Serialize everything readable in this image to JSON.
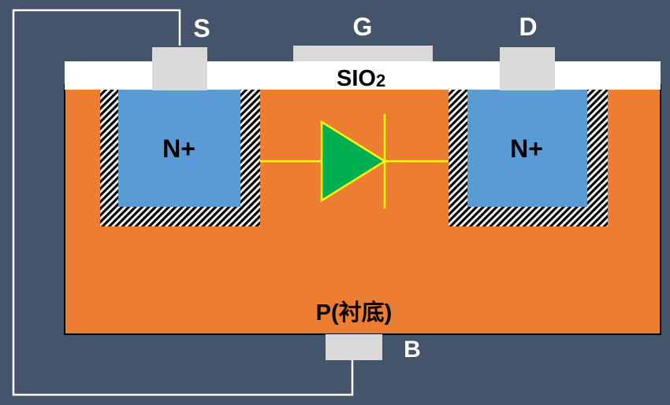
{
  "terminals": {
    "source": "S",
    "gate": "G",
    "drain": "D",
    "body": "B"
  },
  "oxide_label": {
    "main": "SIO",
    "subscript": "2"
  },
  "regions": {
    "left_well": "N+",
    "right_well": "N+",
    "substrate": "P(衬底)"
  },
  "colors": {
    "background": "#44546a",
    "substrate": "#ed7d31",
    "n_plus": "#5b9bd5",
    "oxide": "#ffffff",
    "contact": "#d9d9d9",
    "diode_fill": "#00b050",
    "diode_line": "#ffff00",
    "wire": "#ffffff",
    "label": "#ffffff",
    "inner_label": "#000000"
  }
}
